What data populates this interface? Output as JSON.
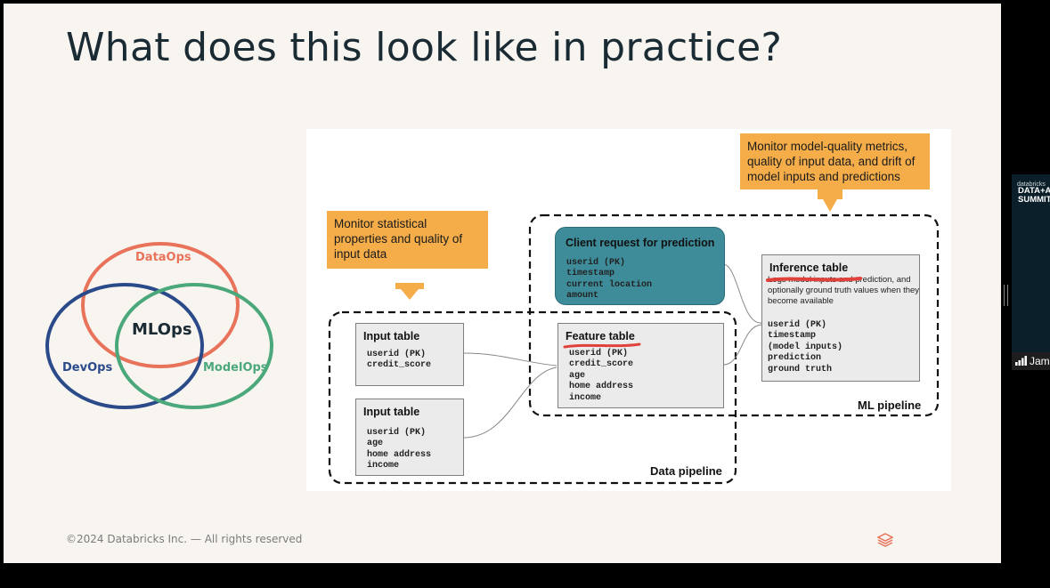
{
  "slide": {
    "title": "What does this look like in practice?",
    "footer": "©2024 Databricks Inc. — All rights reserved",
    "brand_icon": "databricks-logo-icon"
  },
  "venn": {
    "center": "MLOps",
    "circles": [
      {
        "label": "DataOps",
        "color": "#e8735a"
      },
      {
        "label": "DevOps",
        "color": "#2b4a8a"
      },
      {
        "label": "ModelOps",
        "color": "#4aa87a"
      }
    ]
  },
  "diagram": {
    "callouts": {
      "data": "Monitor statistical properties and quality of input data",
      "model": "Monitor model-quality metrics, quality of input data, and drift of model inputs and predictions"
    },
    "input_table_1": {
      "title": "Input table",
      "fields": "userid (PK)\ncredit_score"
    },
    "input_table_2": {
      "title": "Input table",
      "fields": "userid (PK)\nage\nhome address\nincome"
    },
    "client_request": {
      "title": "Client request for prediction",
      "fields": "userid (PK)\ntimestamp\ncurrent location\namount"
    },
    "feature_table": {
      "title": "Feature table",
      "fields": "userid (PK)\ncredit_score\nage\nhome address\nincome"
    },
    "inference_table": {
      "title": "Inference table",
      "description": "Logs model inputs and prediction, and optionally ground truth values when they become available",
      "fields": "userid (PK)\ntimestamp\n(model inputs)\nprediction\nground truth"
    },
    "data_pipeline_label": "Data pipeline",
    "ml_pipeline_label": "ML pipeline",
    "colors": {
      "callout": "#f5ad4a",
      "client": "#3e8c9a",
      "annotation": "#e0413a"
    }
  },
  "side_panel": {
    "brand": "databricks",
    "event": "DATA+AI\nSUMMIT",
    "participant": "Jame"
  }
}
